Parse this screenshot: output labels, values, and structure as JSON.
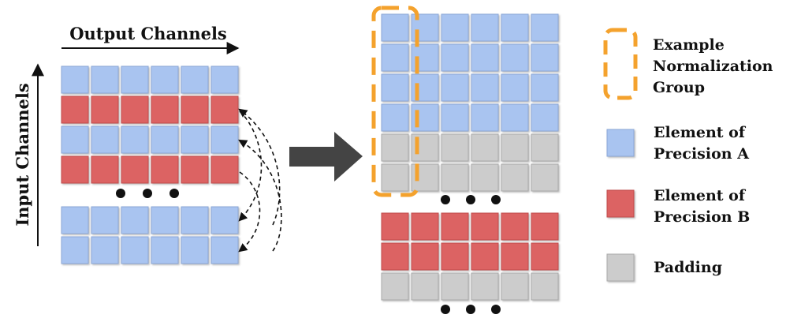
{
  "axes": {
    "output_channels": "Output Channels",
    "input_channels": "Input Channels"
  },
  "left_matrix": {
    "rows": [
      "A",
      "B",
      "A",
      "B",
      "gap",
      "A",
      "A"
    ],
    "columns": 6
  },
  "right_matrix": {
    "rows": [
      "A",
      "A",
      "A",
      "A",
      "P",
      "P",
      "gap",
      "B",
      "B",
      "P",
      "gap"
    ],
    "columns": 6
  },
  "legend": {
    "group_line1": "Example",
    "group_line2": "Normalization",
    "group_line3": "Group",
    "a_line1": "Element of",
    "a_line2": "Precision A",
    "b_line1": "Element of",
    "b_line2": "Precision B",
    "padding": "Padding"
  },
  "colors": {
    "precision_a": "#a9c4f0",
    "precision_b": "#dc6363",
    "padding": "#cccccc",
    "group_outline": "#f4a22d",
    "arrow": "#444444"
  },
  "icons": {
    "ellipsis": "three-dots",
    "transform_arrow": "block-arrow-right",
    "swap_arrows": "dashed-curved-arrows"
  }
}
